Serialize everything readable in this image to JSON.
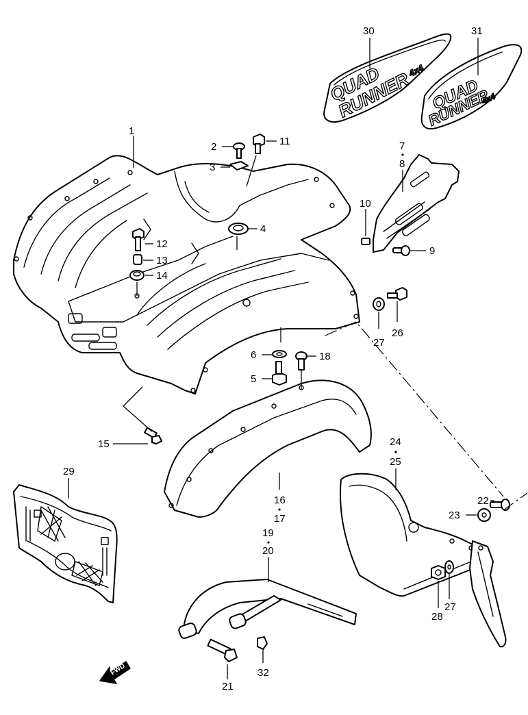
{
  "parts": {
    "p1": "1",
    "p2": "2",
    "p3": "3",
    "p4": "4",
    "p5": "5",
    "p6": "6",
    "p7": "7",
    "p8": "8",
    "p9": "9",
    "p10": "10",
    "p11": "11",
    "p12": "12",
    "p13": "13",
    "p14": "14",
    "p15": "15",
    "p16": "16",
    "p17": "17",
    "p18": "18",
    "p19": "19",
    "p20": "20",
    "p21": "21",
    "p22": "22",
    "p23": "23",
    "p24": "24",
    "p25": "25",
    "p26": "26",
    "p27a": "27",
    "p27b": "27",
    "p28": "28",
    "p29": "29",
    "p30": "30",
    "p31": "31",
    "p32": "32"
  },
  "decals": {
    "decal30_line1": "QUAD",
    "decal30_line2": "RUNNER",
    "decal30_badge": "4x4",
    "decal31_line1": "QUAD",
    "decal31_line2": "RUNNER",
    "decal31_badge": "4x4"
  },
  "direction_arrow": {
    "label": "FWD",
    "icon": "fwd-arrow-icon"
  }
}
